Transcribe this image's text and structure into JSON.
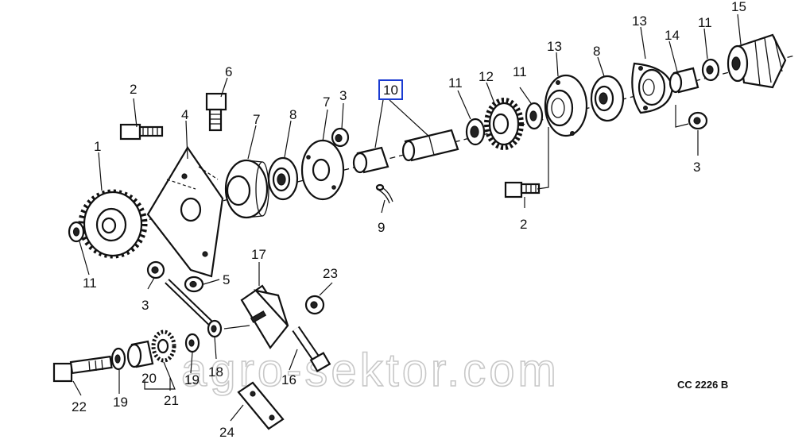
{
  "diagram": {
    "highlight_color": "#1a3bd1",
    "highlighted_label": "10",
    "code": "CC 2226 B",
    "watermark": "agro-sektor.com",
    "labels": {
      "p1": "1",
      "p2a": "2",
      "p2b": "2",
      "p3a": "3",
      "p3b": "3",
      "p3c": "3",
      "p4": "4",
      "p5": "5",
      "p6": "6",
      "p7a": "7",
      "p7b": "7",
      "p8a": "8",
      "p8b": "8",
      "p9": "9",
      "p10": "10",
      "p11a": "11",
      "p11b": "11",
      "p11c": "11",
      "p11d": "11",
      "p12": "12",
      "p13a": "13",
      "p13b": "13",
      "p14": "14",
      "p15": "15",
      "p16": "16",
      "p17": "17",
      "p18": "18",
      "p19a": "19",
      "p19b": "19",
      "p20": "20",
      "p21": "21",
      "p22": "22",
      "p23": "23",
      "p24": "24"
    }
  }
}
